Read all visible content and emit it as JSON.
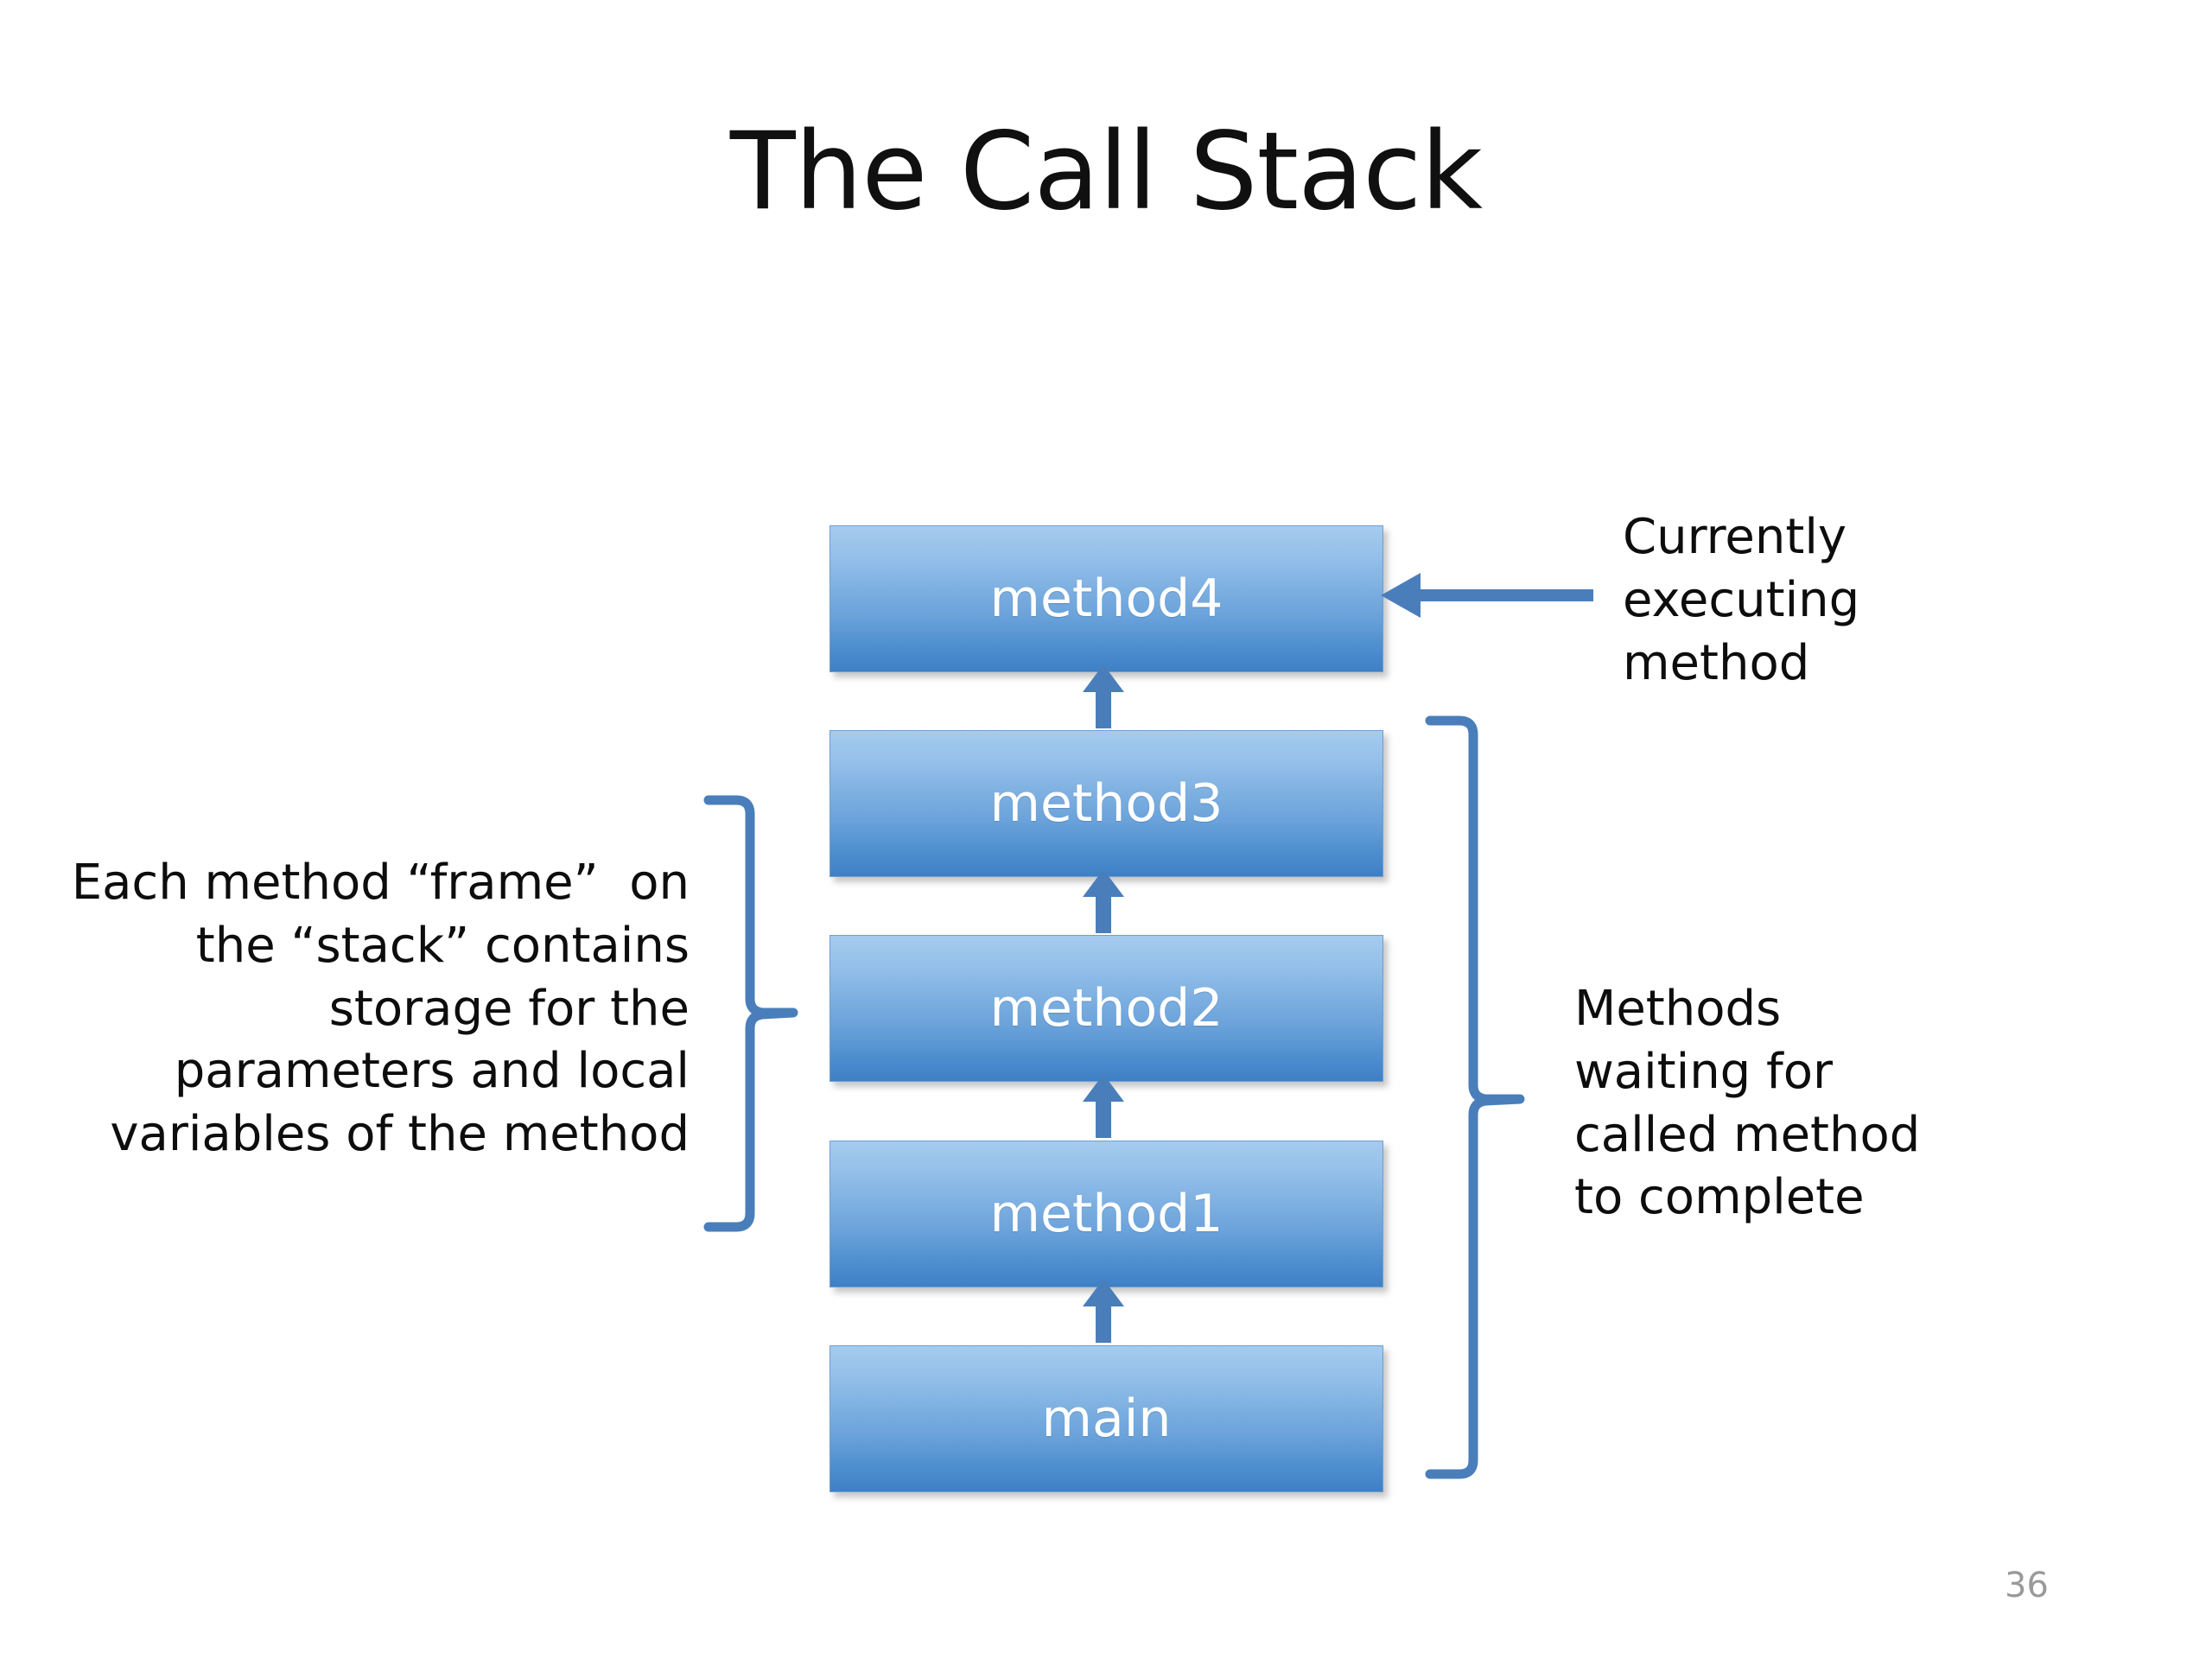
{
  "slide": {
    "title": "The Call Stack",
    "page_number": "36",
    "background_color": "#ffffff"
  },
  "colors": {
    "box_gradient_top": "#a6cbee",
    "box_gradient_bottom": "#3e80c4",
    "box_border": "#6f9fd1",
    "box_text": "#ffffff",
    "connector_blue": "#4a7ebb",
    "brace_blue": "#4a7ebb",
    "annotation_text": "#0d0d0d",
    "page_number_color": "#9a9a9a"
  },
  "stack": {
    "frames": [
      {
        "label": "method4",
        "name": "method4"
      },
      {
        "label": "method3",
        "name": "method3"
      },
      {
        "label": "method2",
        "name": "method2"
      },
      {
        "label": "method1",
        "name": "method1"
      },
      {
        "label": "main",
        "name": "main"
      }
    ]
  },
  "annotations": {
    "currently_executing": {
      "lines": [
        "Currently",
        "executing",
        "method"
      ]
    },
    "frame_storage": {
      "lines": [
        "Each method “frame”  on",
        "the “stack” contains",
        "storage for the",
        "parameters and local",
        "variables of the method"
      ]
    },
    "methods_waiting": {
      "lines": [
        "Methods",
        "waiting for",
        "called method",
        "to complete"
      ]
    }
  }
}
